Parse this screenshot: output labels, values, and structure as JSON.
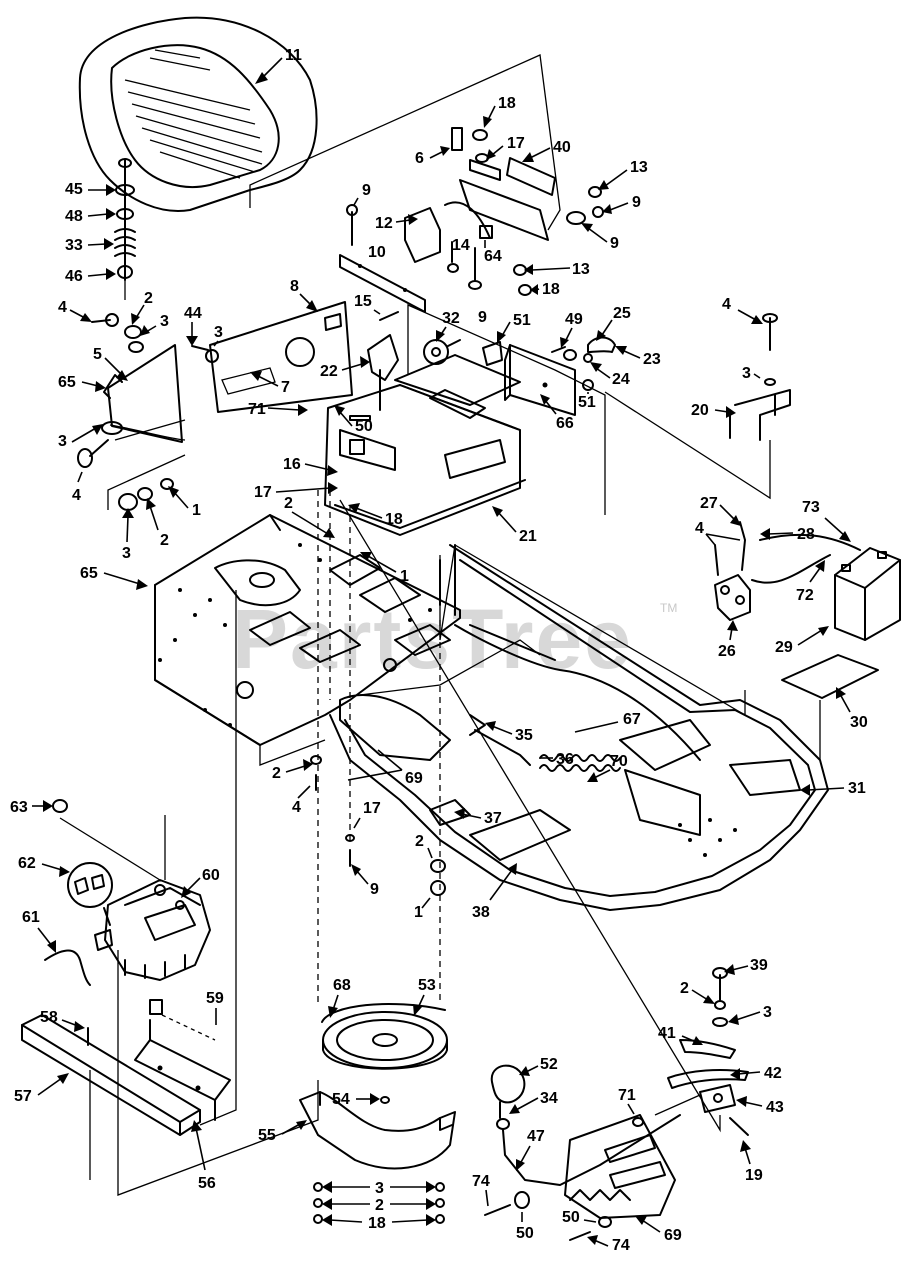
{
  "watermark": {
    "text": "PartsTree",
    "mark": "TM"
  },
  "callouts": [
    {
      "id": "c11",
      "text": "11"
    },
    {
      "id": "c18a",
      "text": "18"
    },
    {
      "id": "c6",
      "text": "6"
    },
    {
      "id": "c17a",
      "text": "17"
    },
    {
      "id": "c40",
      "text": "40"
    },
    {
      "id": "c13a",
      "text": "13"
    },
    {
      "id": "c9a",
      "text": "9"
    },
    {
      "id": "c9b",
      "text": "9"
    },
    {
      "id": "c12",
      "text": "12"
    },
    {
      "id": "c9c",
      "text": "9"
    },
    {
      "id": "c10",
      "text": "10"
    },
    {
      "id": "c14",
      "text": "14"
    },
    {
      "id": "c64",
      "text": "64"
    },
    {
      "id": "c13b",
      "text": "13"
    },
    {
      "id": "c18b",
      "text": "18"
    },
    {
      "id": "c9d",
      "text": "9"
    },
    {
      "id": "c8",
      "text": "8"
    },
    {
      "id": "c15",
      "text": "15"
    },
    {
      "id": "c45",
      "text": "45"
    },
    {
      "id": "c48",
      "text": "48"
    },
    {
      "id": "c33",
      "text": "33"
    },
    {
      "id": "c46",
      "text": "46"
    },
    {
      "id": "c4a",
      "text": "4"
    },
    {
      "id": "c2a",
      "text": "2"
    },
    {
      "id": "c3a",
      "text": "3"
    },
    {
      "id": "c44",
      "text": "44"
    },
    {
      "id": "c3b",
      "text": "3"
    },
    {
      "id": "c32",
      "text": "32"
    },
    {
      "id": "c51a",
      "text": "51"
    },
    {
      "id": "c49",
      "text": "49"
    },
    {
      "id": "c25",
      "text": "25"
    },
    {
      "id": "c23",
      "text": "23"
    },
    {
      "id": "c24",
      "text": "24"
    },
    {
      "id": "c4b",
      "text": "4"
    },
    {
      "id": "c3c",
      "text": "3"
    },
    {
      "id": "c20",
      "text": "20"
    },
    {
      "id": "c5",
      "text": "5"
    },
    {
      "id": "c65a",
      "text": "65"
    },
    {
      "id": "c7",
      "text": "7"
    },
    {
      "id": "c22",
      "text": "22"
    },
    {
      "id": "c71a",
      "text": "71"
    },
    {
      "id": "c50a",
      "text": "50"
    },
    {
      "id": "c51b",
      "text": "51"
    },
    {
      "id": "c66",
      "text": "66"
    },
    {
      "id": "c3d",
      "text": "3"
    },
    {
      "id": "c4c",
      "text": "4"
    },
    {
      "id": "c1a",
      "text": "1"
    },
    {
      "id": "c2b",
      "text": "2"
    },
    {
      "id": "c3e",
      "text": "3"
    },
    {
      "id": "c16",
      "text": "16"
    },
    {
      "id": "c17b",
      "text": "17"
    },
    {
      "id": "c18c",
      "text": "18"
    },
    {
      "id": "c2c",
      "text": "2"
    },
    {
      "id": "c21",
      "text": "21"
    },
    {
      "id": "c1b",
      "text": "1"
    },
    {
      "id": "c27",
      "text": "27"
    },
    {
      "id": "c28",
      "text": "28"
    },
    {
      "id": "c73",
      "text": "73"
    },
    {
      "id": "c4d",
      "text": "4"
    },
    {
      "id": "c72",
      "text": "72"
    },
    {
      "id": "c65b",
      "text": "65"
    },
    {
      "id": "c29",
      "text": "29"
    },
    {
      "id": "c26",
      "text": "26"
    },
    {
      "id": "c30",
      "text": "30"
    },
    {
      "id": "c35",
      "text": "35"
    },
    {
      "id": "c67",
      "text": "67"
    },
    {
      "id": "c36",
      "text": "36"
    },
    {
      "id": "c70",
      "text": "70"
    },
    {
      "id": "c31",
      "text": "31"
    },
    {
      "id": "c2d",
      "text": "2"
    },
    {
      "id": "c69a",
      "text": "69"
    },
    {
      "id": "c4e",
      "text": "4"
    },
    {
      "id": "c63",
      "text": "63"
    },
    {
      "id": "c17c",
      "text": "17"
    },
    {
      "id": "c37",
      "text": "37"
    },
    {
      "id": "c2e",
      "text": "2"
    },
    {
      "id": "c9e",
      "text": "9"
    },
    {
      "id": "c38",
      "text": "38"
    },
    {
      "id": "c62",
      "text": "62"
    },
    {
      "id": "c60",
      "text": "60"
    },
    {
      "id": "c1c",
      "text": "1"
    },
    {
      "id": "c61",
      "text": "61"
    },
    {
      "id": "c39",
      "text": "39"
    },
    {
      "id": "c2f",
      "text": "2"
    },
    {
      "id": "c3f",
      "text": "3"
    },
    {
      "id": "c68",
      "text": "68"
    },
    {
      "id": "c53",
      "text": "53"
    },
    {
      "id": "c59",
      "text": "59"
    },
    {
      "id": "c58",
      "text": "58"
    },
    {
      "id": "c41",
      "text": "41"
    },
    {
      "id": "c52",
      "text": "52"
    },
    {
      "id": "c42",
      "text": "42"
    },
    {
      "id": "c57",
      "text": "57"
    },
    {
      "id": "c54",
      "text": "54"
    },
    {
      "id": "c71b",
      "text": "71"
    },
    {
      "id": "c34",
      "text": "34"
    },
    {
      "id": "c43",
      "text": "43"
    },
    {
      "id": "c55",
      "text": "55"
    },
    {
      "id": "c47",
      "text": "47"
    },
    {
      "id": "c19",
      "text": "19"
    },
    {
      "id": "c56",
      "text": "56"
    },
    {
      "id": "c3g",
      "text": "3"
    },
    {
      "id": "c74a",
      "text": "74"
    },
    {
      "id": "c2g",
      "text": "2"
    },
    {
      "id": "c50b",
      "text": "50"
    },
    {
      "id": "c50c",
      "text": "50"
    },
    {
      "id": "c18d",
      "text": "18"
    },
    {
      "id": "c69b",
      "text": "69"
    },
    {
      "id": "c74b",
      "text": "74"
    }
  ]
}
